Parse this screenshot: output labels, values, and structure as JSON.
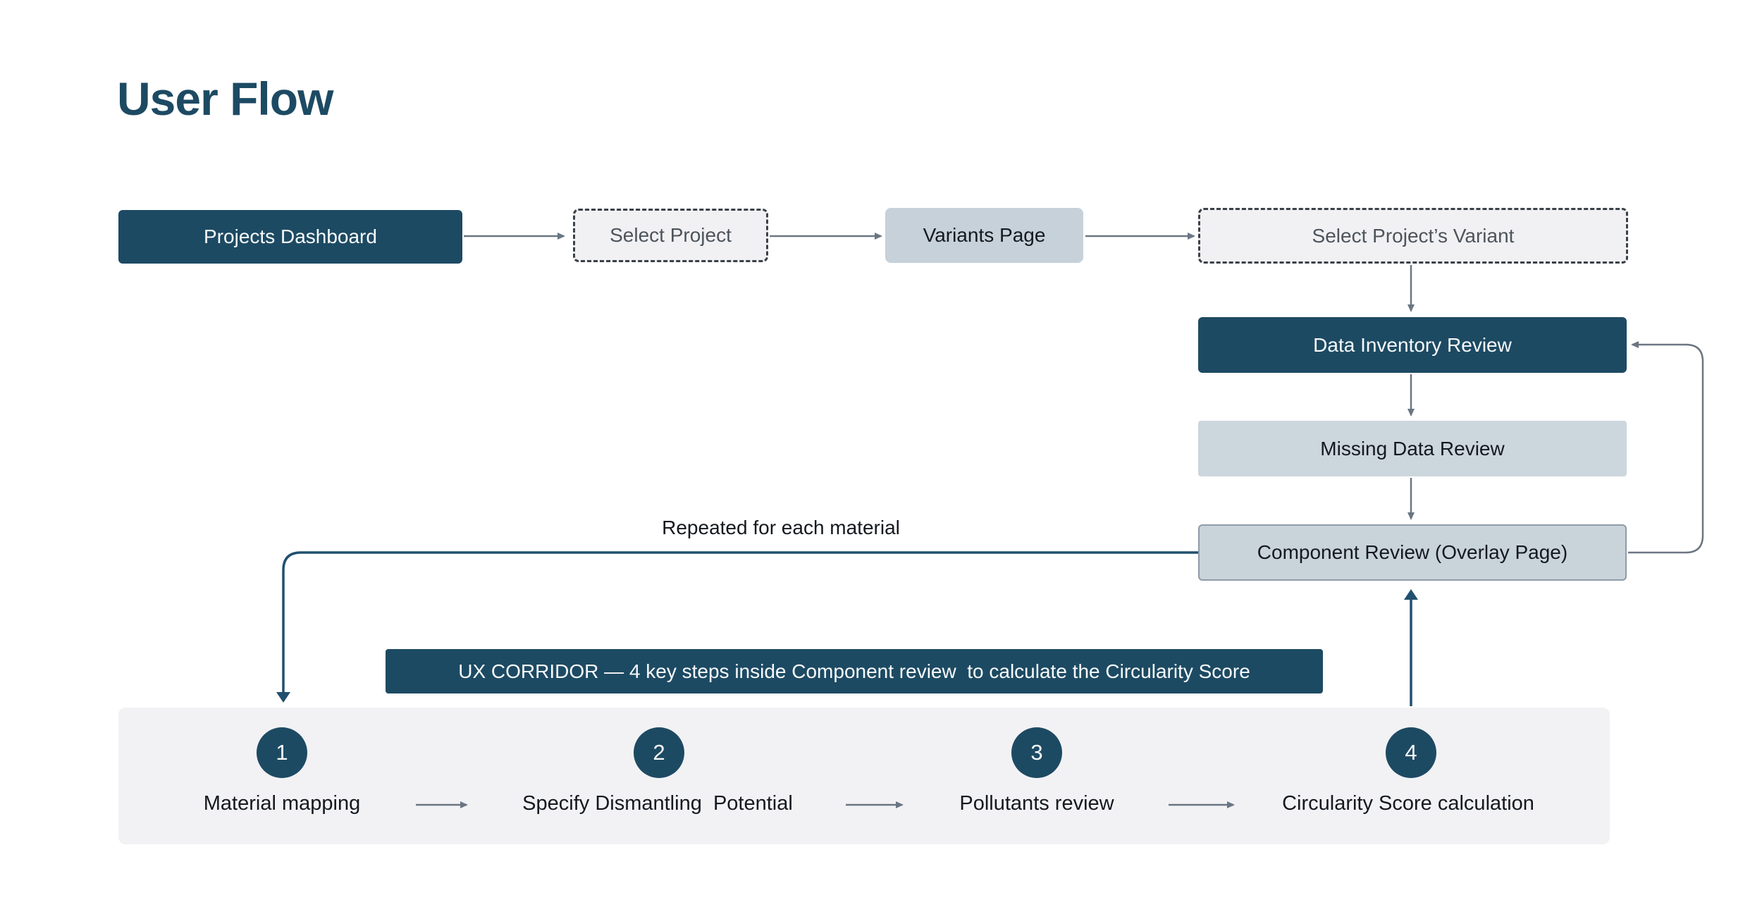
{
  "title": "User Flow",
  "colors": {
    "navy": "#1d4a63",
    "navy-line": "#21506e",
    "steel": "#c6d1d9",
    "steel2": "#ccd6dd",
    "steel3": "#c9d3da",
    "steel-border": "#8d9ca9",
    "dashed-bg": "#f1f1f4",
    "dashed-border": "#3a4147",
    "panel-bg": "#f2f2f5",
    "gray-line": "#6b7683",
    "text-dark": "#14191e",
    "text-gray": "#4d545b",
    "white": "#f8fafb"
  },
  "nodes": {
    "projects_dashboard": "Projects Dashboard",
    "select_project": "Select Project",
    "variants_page": "Variants Page",
    "select_variant": "Select Project’s Variant",
    "data_inventory": "Data Inventory Review",
    "missing_data": "Missing Data Review",
    "component_review": "Component Review (Overlay Page)"
  },
  "annotations": {
    "repeat_label": "Repeated for each material",
    "banner": "UX CORRIDOR — 4 key steps inside Component review  to calculate the Circularity Score"
  },
  "steps": [
    {
      "num": "1",
      "label": "Material mapping"
    },
    {
      "num": "2",
      "label": "Specify Dismantling  Potential"
    },
    {
      "num": "3",
      "label": "Pollutants review"
    },
    {
      "num": "4",
      "label": "Circularity Score calculation"
    }
  ]
}
